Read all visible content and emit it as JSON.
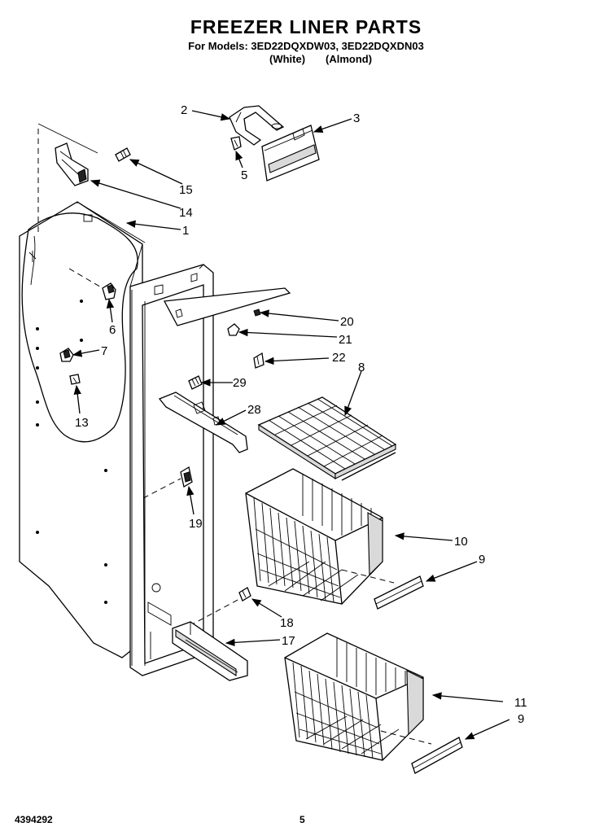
{
  "header": {
    "title": "FREEZER LINER PARTS",
    "models": "For Models: 3ED22DQXDW03, 3ED22DQXDN03",
    "color_white": "(White)",
    "color_almond": "(Almond)"
  },
  "footer": {
    "doc_number": "4394292",
    "page": "5"
  },
  "callouts": {
    "c1": "1",
    "c2": "2",
    "c3": "3",
    "c5": "5",
    "c6": "6",
    "c7": "7",
    "c8": "8",
    "c9a": "9",
    "c9b": "9",
    "c10": "10",
    "c11": "11",
    "c13": "13",
    "c14": "14",
    "c15": "15",
    "c17": "17",
    "c18": "18",
    "c19": "19",
    "c20": "20",
    "c21": "21",
    "c22": "22",
    "c28": "28",
    "c29": "29"
  }
}
